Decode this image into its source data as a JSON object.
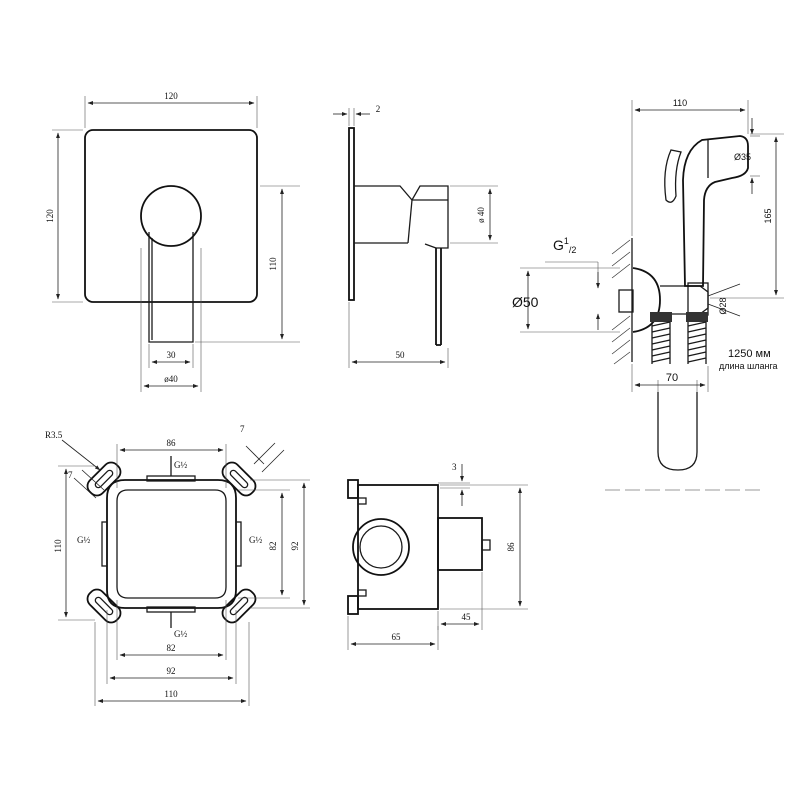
{
  "front_view": {
    "width_label": "120",
    "height_label": "120",
    "lever_height_label": "110",
    "lever_width_label": "30",
    "handle_diameter_label": "ø40"
  },
  "side_view": {
    "plate_thickness_label": "2",
    "depth_label": "50",
    "handle_diameter_label": "ø 40"
  },
  "hygienic_shower": {
    "width_label": "110",
    "head_diameter_label": "Ø35",
    "height_label": "165",
    "thread_label_main": "G",
    "thread_label_sup": "1",
    "thread_label_sub": "/2",
    "flange_diameter_label": "Ø50",
    "connector_diameter_label": "Ø28",
    "hose_length_label": "1250 мм",
    "hose_caption": "длина шланга",
    "offset_label": "70"
  },
  "box_top_view": {
    "corner_radius_label": "R3.5",
    "inner_width_label": "86",
    "ear_size_label_right": "7",
    "ear_size_label_left": "7",
    "port_top_label": "G½",
    "port_left_label": "G½",
    "port_right_label": "G½",
    "port_bottom_label": "G½",
    "height_outer_label": "110",
    "height_82_label": "82",
    "height_92_label": "92",
    "width_82_label": "82",
    "width_92_label": "92",
    "width_110_label": "110"
  },
  "box_side_view": {
    "offset_label": "3",
    "height_label": "86",
    "depth_label": "65",
    "depth_inner_label": "45"
  }
}
